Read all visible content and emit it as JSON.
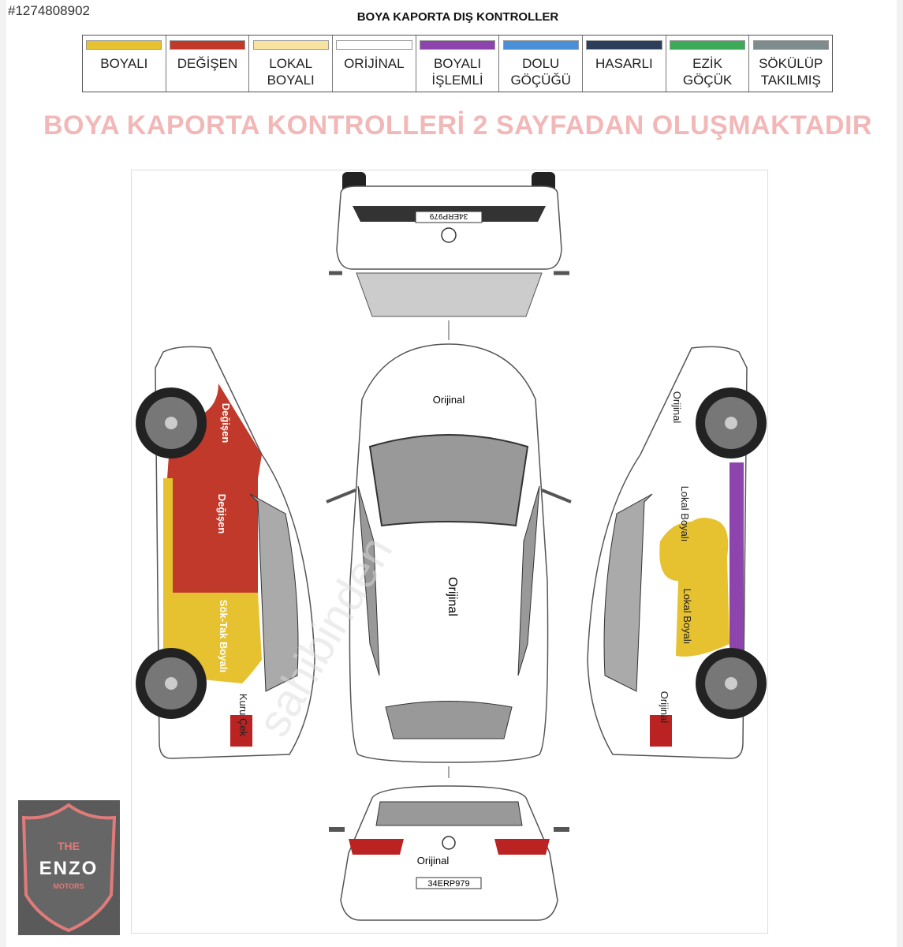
{
  "listing_id": "#1274808902",
  "title": "BOYA KAPORTA DIŞ KONTROLLER",
  "legend": [
    {
      "label": "BOYALI",
      "color": "#e6c230"
    },
    {
      "label": "DEĞİŞEN",
      "color": "#c0392b"
    },
    {
      "label": "LOKAL\nBOYALI",
      "color": "#f8e4a0"
    },
    {
      "label": "ORİJİNAL",
      "color": "#ffffff"
    },
    {
      "label": "BOYALI\nİŞLEMLİ",
      "color": "#8e44ad"
    },
    {
      "label": "DOLU\nGÖÇÜĞÜ",
      "color": "#4a90d9"
    },
    {
      "label": "HASARLI",
      "color": "#2c3e5a"
    },
    {
      "label": "EZİK\nGÖÇÜK",
      "color": "#3daa5a"
    },
    {
      "label": "SÖKÜLÜP\nTAKILMIŞ",
      "color": "#7f8c8d"
    }
  ],
  "banner": "BOYA KAPORTA KONTROLLERİ 2 SAYFADAN OLUŞMAKTADIR",
  "diagram": {
    "front_plate": "34ERP979",
    "rear_plate": "34ERP979",
    "hood_label": "Orijinal",
    "roof_label": "Orijinal",
    "rear_label": "Orijinal",
    "left_side": [
      "Değişen",
      "Değişen",
      "Sök-Tak Boyalı",
      "Kuru Çek"
    ],
    "right_side": [
      "Orijinal",
      "Lokal Boyalı",
      "Lokal Boyalı",
      "Orijinal"
    ],
    "watermark": "sahibinden"
  },
  "logo": {
    "line1": "THE",
    "line2": "ENZO",
    "line3": "MOTORS"
  }
}
